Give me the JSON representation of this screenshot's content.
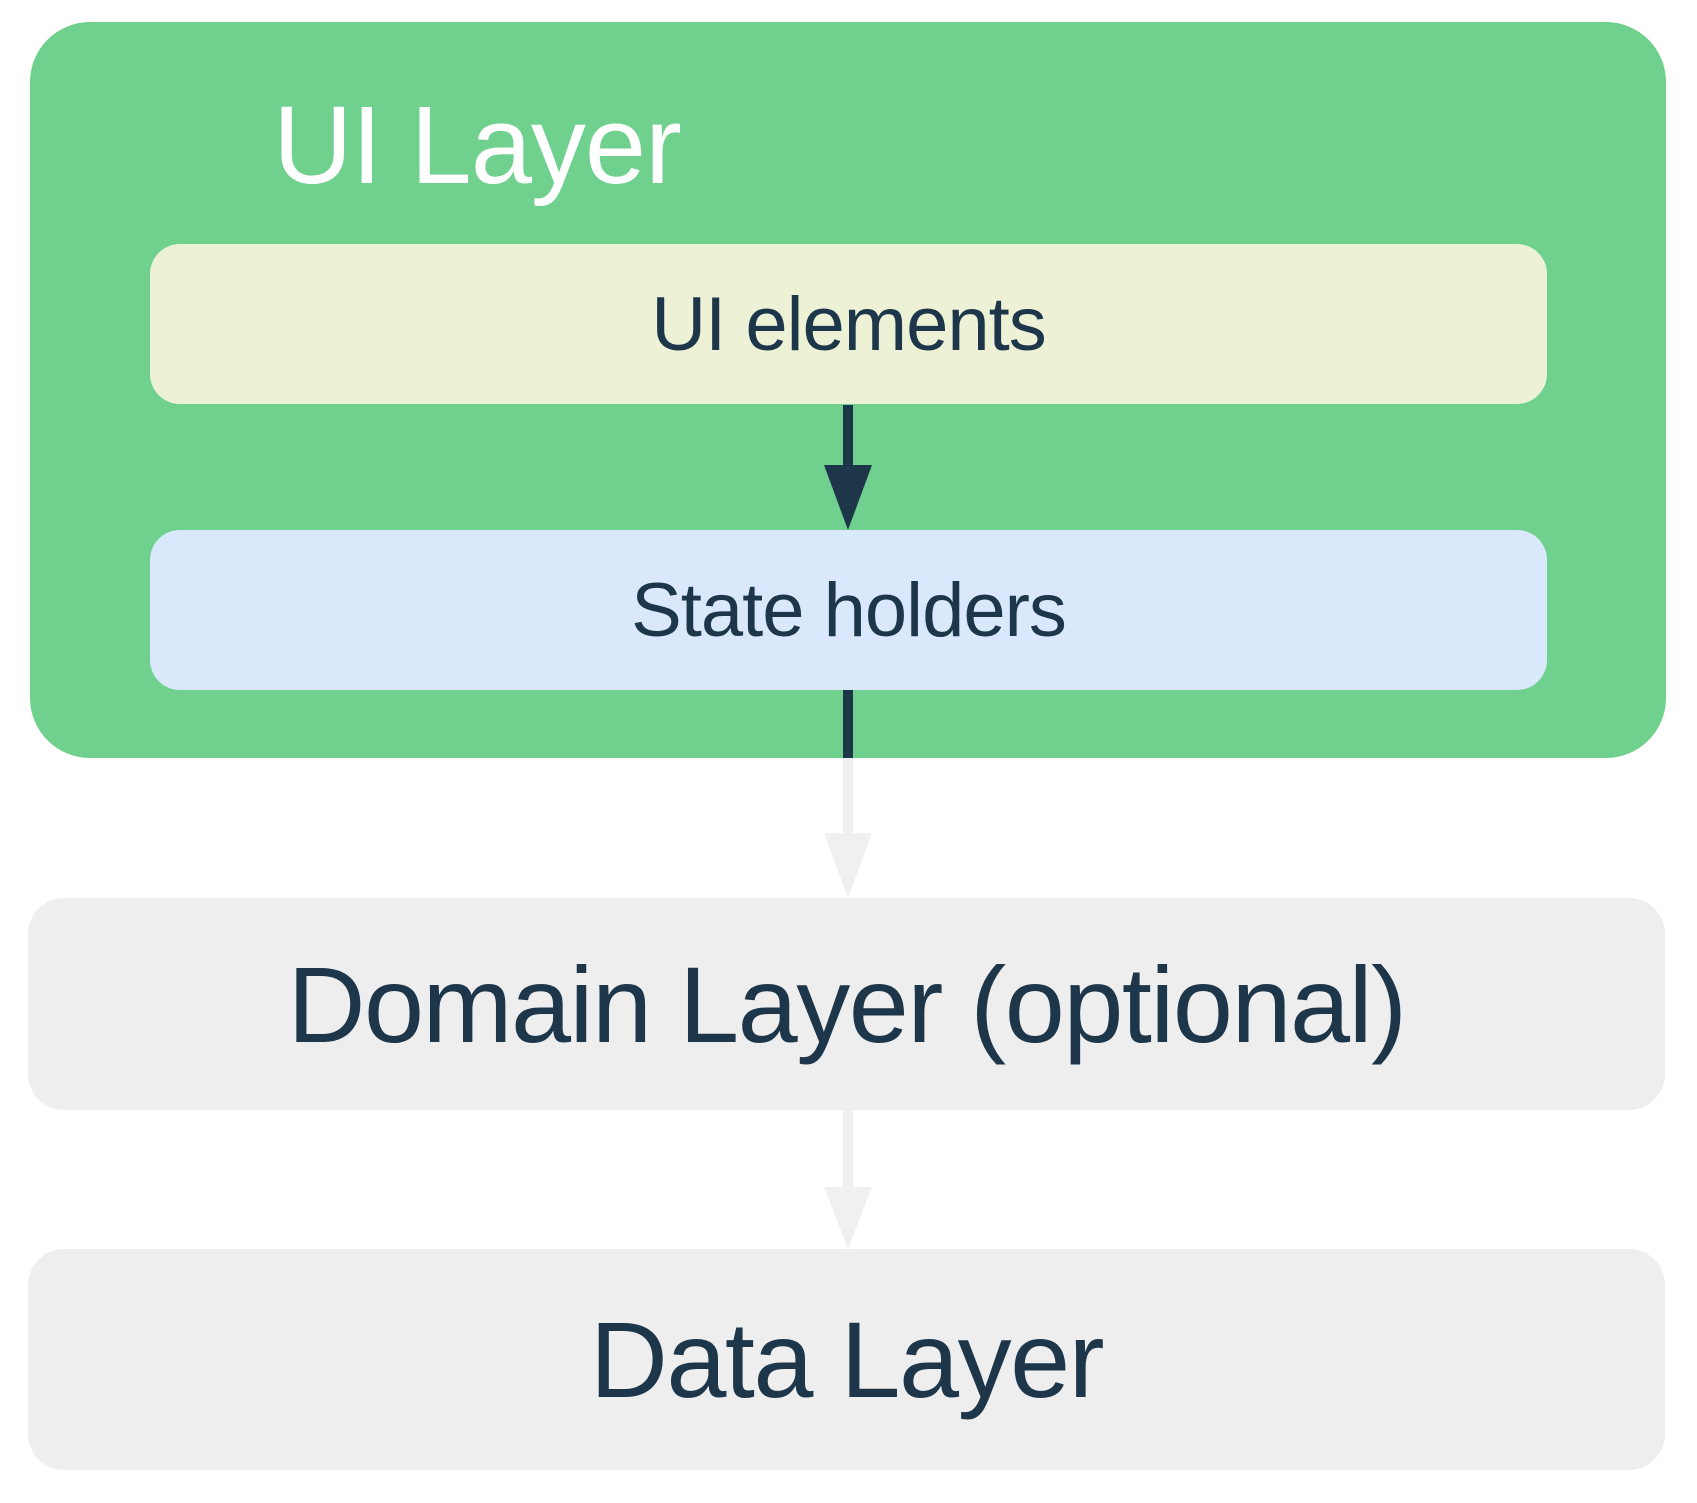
{
  "diagram": {
    "description": "App architecture layers diagram",
    "nodes": {
      "ui_layer": {
        "label": "UI Layer",
        "bg": "#6FD18D",
        "text_color": "#FFFFFF"
      },
      "ui_elements": {
        "label": "UI elements",
        "bg": "#EDF2D7",
        "text_color": "#1D3649"
      },
      "state_holders": {
        "label": "State holders",
        "bg": "#D9E9FB",
        "text_color": "#1D3649"
      },
      "domain_layer": {
        "label": "Domain Layer (optional)",
        "bg": "#EEEEEE",
        "text_color": "#1D3649"
      },
      "data_layer": {
        "label": "Data Layer",
        "bg": "#EEEEEE",
        "text_color": "#1D3649"
      }
    },
    "containment": {
      "ui_layer_children": [
        "ui_elements",
        "state_holders"
      ]
    },
    "arrows": [
      {
        "id": "ui-elements-to-state-holders",
        "from": "ui_elements",
        "to": "state_holders",
        "color": "#1D3649"
      },
      {
        "id": "state-holders-to-domain-layer",
        "from": "state_holders",
        "to": "domain_layer",
        "color_inside_ui_layer": "#1D3649",
        "color_outside": "#F0F0F0"
      },
      {
        "id": "domain-layer-to-data-layer",
        "from": "domain_layer",
        "to": "data_layer",
        "color": "#F0F0F0"
      }
    ],
    "colors": {
      "background": "#FFFFFF",
      "green": "#6FD18D",
      "cream": "#EDF2D7",
      "light_blue": "#D9E9FB",
      "light_gray": "#EEEEEE",
      "arrow_gray": "#F0F0F0",
      "navy": "#1D3649"
    }
  }
}
